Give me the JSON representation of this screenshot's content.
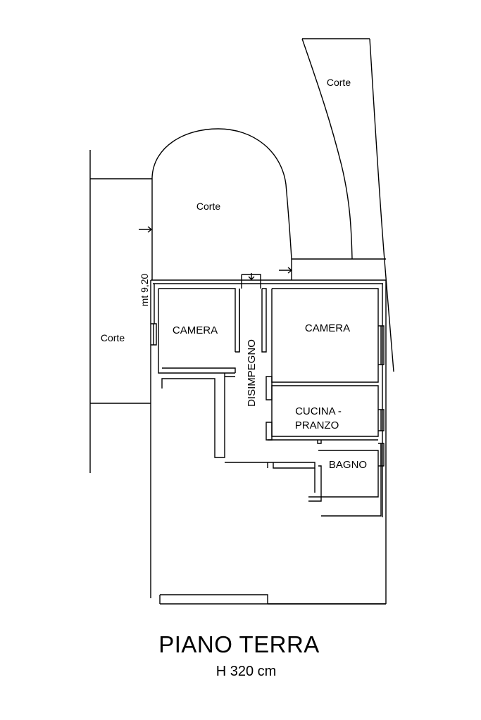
{
  "labels": {
    "corte_ne": "Corte",
    "corte_north": "Corte",
    "corte_west": "Corte",
    "camera_left": "CAMERA",
    "camera_right": "CAMERA",
    "disimpegno": "DISIMPEGNO",
    "cucina_line1": "CUCINA -",
    "cucina_line2": "PRANZO",
    "bagno": "BAGNO",
    "dimension": "mt 9,20"
  },
  "title": {
    "main": "PIANO TERRA",
    "sub": "H 320 cm"
  },
  "colors": {
    "line": "#000000",
    "background": "#ffffff"
  }
}
